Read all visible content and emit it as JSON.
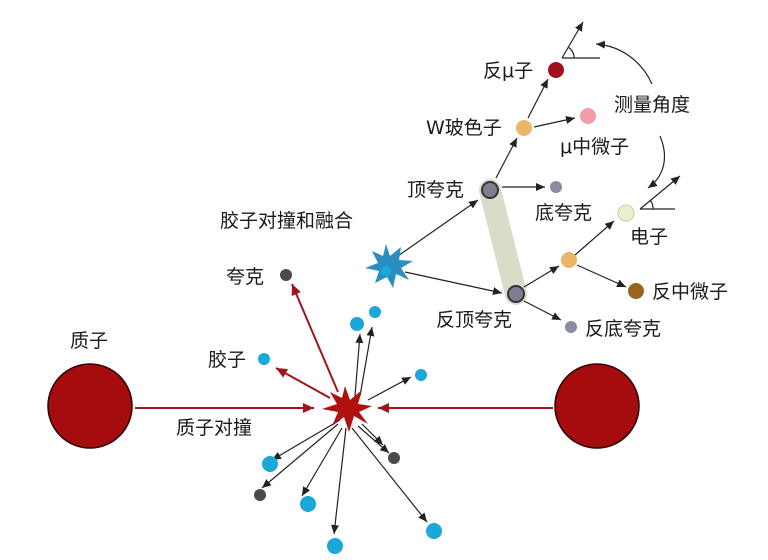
{
  "labels": {
    "proton": "质子",
    "proton_collision": "质子对撞",
    "gluon": "胶子",
    "quark": "夸克",
    "gluon_fusion": "胶子对撞和融合",
    "top_quark": "顶夸克",
    "anti_top_quark": "反顶夸克",
    "w_boson": "W玻色子",
    "antimuon": "反μ子",
    "muon_neutrino": "μ中微子",
    "bottom_quark": "底夸克",
    "anti_bottom_quark": "反底夸克",
    "electron": "电子",
    "antineutrino": "反中微子",
    "measure_angle": "测量角度"
  },
  "colors": {
    "proton": "#a50c0e",
    "collision_star": "#b0100f",
    "fusion_star": "#2a8fc0",
    "gluon": "#1aa7d9",
    "quark": "#4a4a4a",
    "top_quark": "#7d7f8e",
    "w_boson": "#e9b566",
    "antimuon": "#a10e1c",
    "muon_neutrino": "#f49ca6",
    "bottom_quark": "#8a8aa0",
    "electron": "#eceecf",
    "antineutrino": "#9a6420",
    "bar": "#d9dcc6",
    "red_arrow": "#a0141a"
  }
}
